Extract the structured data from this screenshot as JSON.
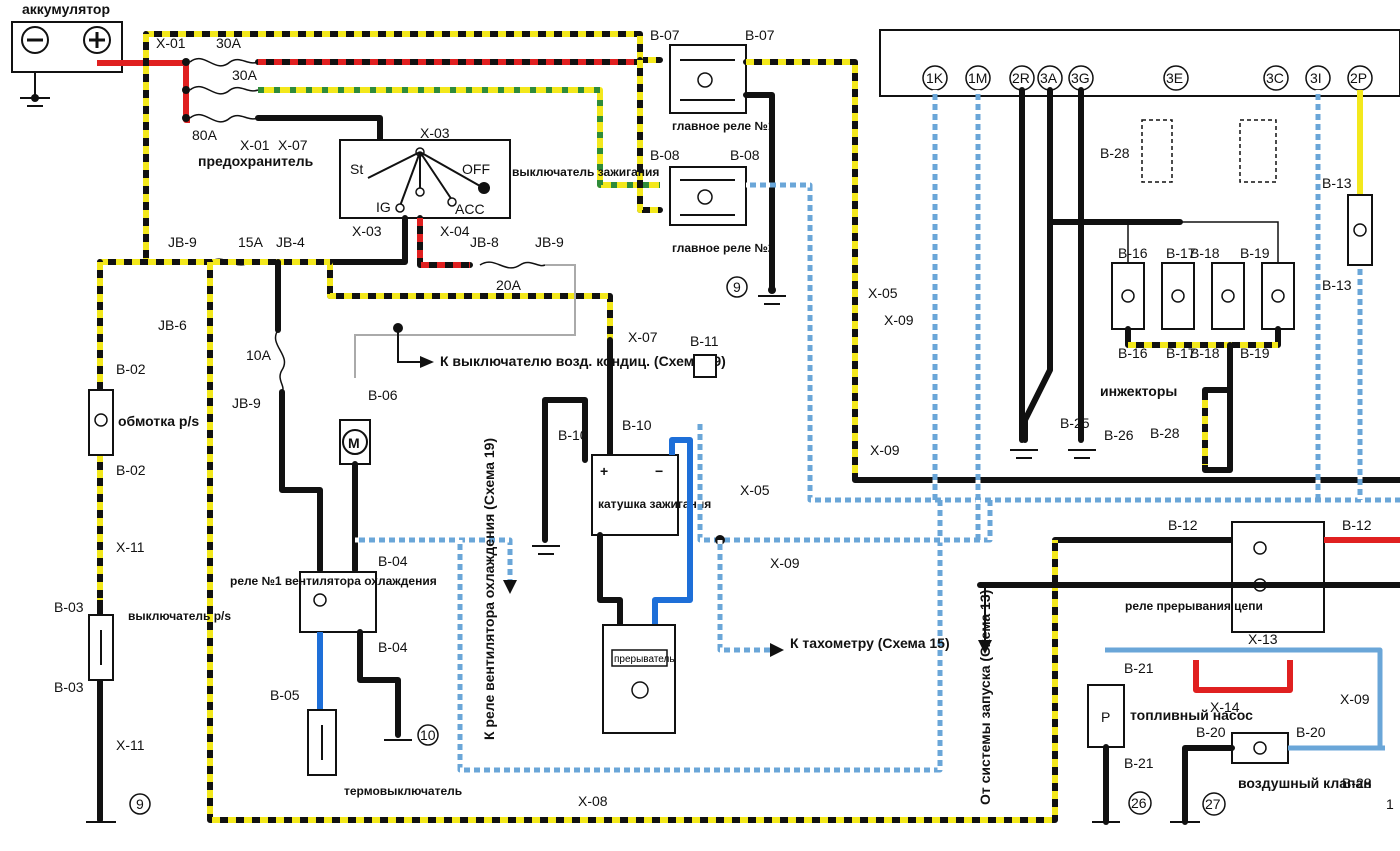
{
  "labels": {
    "battery": "аккумулятор",
    "fuse_box": "предохранитель",
    "fuse_30a_1": "30A",
    "fuse_30a_2": "30A",
    "fuse_80a": "80A",
    "x01_top": "X-01",
    "x01_bottom": "X-01",
    "x07_top": "X-07",
    "x03_top": "X-03",
    "x03_bottom": "X-03",
    "x04": "X-04",
    "ign_switch": "выключатель зажигания",
    "ign_st": "St",
    "ign_ig": "IG",
    "ign_acc": "ACC",
    "ign_off": "OFF",
    "b07_left": "B-07",
    "b07_right": "B-07",
    "b08_left": "B-08",
    "b08_right": "B-08",
    "main_relay_1": "главное реле №1",
    "main_relay_2": "главное реле №2",
    "jb9_left": "JB-9",
    "fuse_15a": "15A",
    "jb4": "JB-4",
    "jb8": "JB-8",
    "jb9_right": "JB-9",
    "fuse_20a": "20A",
    "jb6": "JB-6",
    "fuse_10a": "10A",
    "jb9_mid": "JB-9",
    "b02_top": "B-02",
    "ps_coil": "обмотка p/s",
    "b02_bottom": "B-02",
    "x11_top": "X-11",
    "b03_top": "B-03",
    "ps_switch": "выключатель p/s",
    "b03_bottom": "B-03",
    "x11_bottom": "X-11",
    "ground_9_left": "9",
    "b06": "B-06",
    "motor": "M",
    "to_ac_switch": "К выключателю возд. кондиц. (Схема 19)",
    "fan_relay": "реле №1 вентилятора охлаждения",
    "b04_top": "B-04",
    "b04_bottom": "B-04",
    "b05": "B-05",
    "thermoswitch": "термовыключатель",
    "ground_10": "10",
    "x07_mid": "X-07",
    "b11": "B-11",
    "b10_left": "B-10",
    "b10_right": "B-10",
    "ign_coil": "катушка зажигания",
    "coil_plus": "+",
    "coil_minus": "−",
    "breaker": "прерыватель",
    "x05_mid": "X-05",
    "x09_mid": "X-09",
    "to_tach": "К тахометру (Схема 15)",
    "to_fan_relay": "К реле вентилятора охлаждения (Схема 19)",
    "x08": "X-08",
    "ground_9_mid": "9",
    "x05_right": "X-05",
    "x09_right1": "X-09",
    "x09_right2": "X-09",
    "from_starter": "От системы запуска (Схема 13)",
    "ecu_1k": "1K",
    "ecu_1m": "1M",
    "ecu_2r": "2R",
    "ecu_3a": "3A",
    "ecu_3g": "3G",
    "ecu_3e": "3E",
    "ecu_3c": "3C",
    "ecu_3i": "3I",
    "ecu_2p": "2P",
    "b28_top": "B-28",
    "b16_top": "B-16",
    "b17_top": "B-17",
    "b18_top": "B-18",
    "b19_top": "B-19",
    "b16_bottom": "B-16",
    "b17_bottom": "B-17",
    "b18_bottom": "B-18",
    "b19_bottom": "B-19",
    "injectors": "инжекторы",
    "b25": "B-25",
    "b26": "B-26",
    "b28_mid": "B-28",
    "b13_top": "B-13",
    "b13_bottom": "B-13",
    "b12_left": "B-12",
    "b12_right": "B-12",
    "circuit_relay": "реле прерывания цепи",
    "x13": "X-13",
    "b21_top": "B-21",
    "fuel_pump_p": "P",
    "fuel_pump": "топливный насос",
    "b21_bottom": "B-21",
    "x14": "X-14",
    "x09_far": "X-09",
    "b20_left": "B-20",
    "b20_right": "B-20",
    "air_valve": "воздушный клапан",
    "b28_bottom": "B-28",
    "ground_26": "26",
    "ground_27": "27",
    "edge_1": "1"
  },
  "colors": {
    "black": "#111111",
    "yellow": "#f3e81c",
    "red": "#e02020",
    "blue": "#1e6fd8",
    "light_blue": "#6aa6d8",
    "green": "#2e8b3a"
  }
}
